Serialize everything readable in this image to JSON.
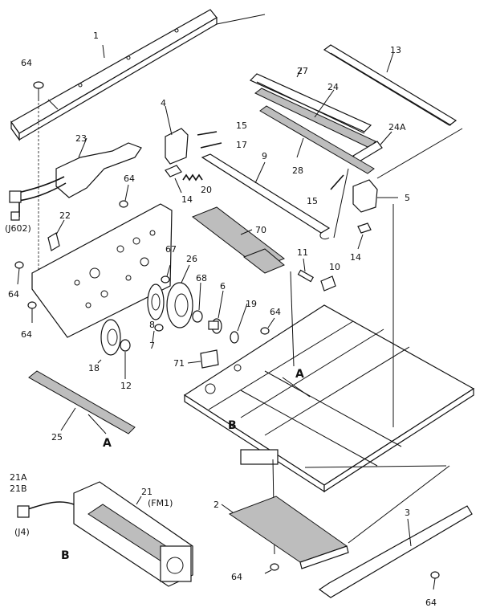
{
  "callouts": {
    "c1": "1",
    "c13": "13",
    "c64a": "64",
    "c27": "27",
    "c24": "24",
    "c24a": "24A",
    "c28": "28",
    "c4": "4",
    "c15a": "15",
    "c17": "17",
    "c9": "9",
    "c23": "23",
    "c14a": "14",
    "c20": "20",
    "c64b": "64",
    "c15b": "15",
    "c5": "5",
    "cj602": "(J602)",
    "c22": "22",
    "c70": "70",
    "c14b": "14",
    "c67": "67",
    "c26": "26",
    "c11": "11",
    "c10": "10",
    "c64c": "64",
    "c68": "68",
    "c6": "6",
    "c19": "19",
    "c64d": "64",
    "c8": "8",
    "c64e": "64",
    "c7": "7",
    "c18": "18",
    "c12": "12",
    "c71": "71",
    "c25": "25",
    "c21a": "21A",
    "c21b": "21B",
    "c21": "21",
    "cfm1": "(FM1)",
    "c2": "2",
    "c3": "3",
    "cj4": "(J4)",
    "c64f": "64",
    "c64g": "64"
  },
  "refs": {
    "a1": "A",
    "a2": "A",
    "b1": "B",
    "b2": "B"
  }
}
